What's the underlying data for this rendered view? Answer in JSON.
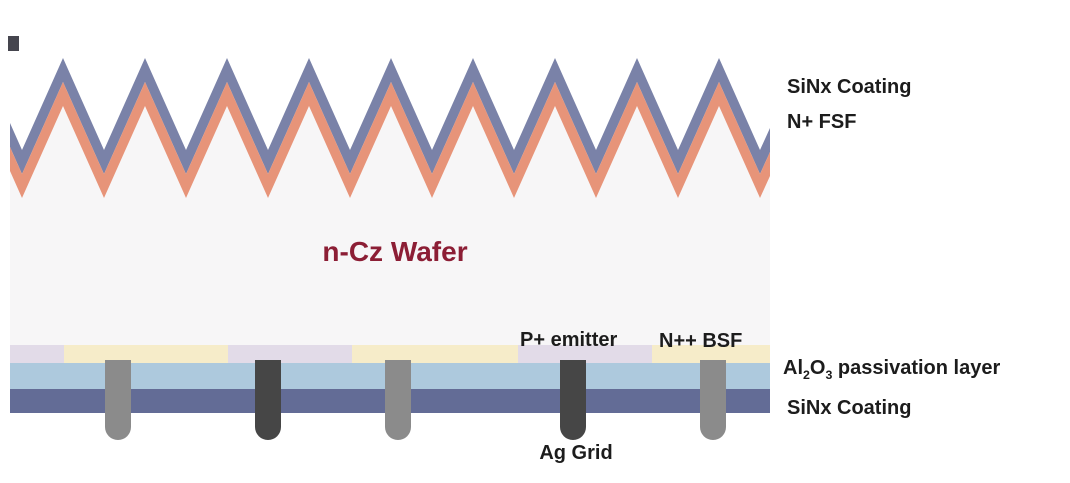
{
  "labels": {
    "sinx_coating_top": "SiNx Coating",
    "n_fsf": "N+ FSF",
    "wafer": "n-Cz Wafer",
    "p_emitter": "P+ emitter",
    "n_bsf": "N++ BSF",
    "al2o3": {
      "base1": "Al",
      "sub1": "2",
      "base2": "O",
      "sub2": "3",
      "rest": " passivation layer"
    },
    "sinx_coating_bottom": "SiNx Coating",
    "ag_grid": "Ag Grid"
  },
  "colors": {
    "sinx_top_layer": "#7a82a8",
    "n_fsf_layer": "#e79479",
    "wafer_body": "#f7f6f7",
    "p_emitter_segment": "#e2dbe8",
    "n_bsf_segment": "#f6ecc9",
    "al2o3_layer": "#adc9dd",
    "sinx_bottom_layer": "#636c96",
    "ag_grid_light": "#8b8b8b",
    "ag_grid_dark": "#464646",
    "wafer_label_text": "#8c1e35",
    "label_text": "#1c1c1c"
  }
}
